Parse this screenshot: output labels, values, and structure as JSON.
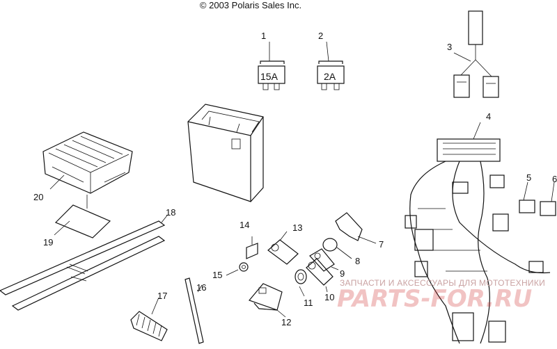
{
  "header": {
    "copyright": "© 2003 Polaris Sales Inc."
  },
  "fuses": {
    "fuse_1": "15A",
    "fuse_2": "2A"
  },
  "callouts": [
    {
      "id": "c1",
      "label": "1"
    },
    {
      "id": "c2",
      "label": "2"
    },
    {
      "id": "c3",
      "label": "3"
    },
    {
      "id": "c4",
      "label": "4"
    },
    {
      "id": "c5",
      "label": "5"
    },
    {
      "id": "c6",
      "label": "6"
    },
    {
      "id": "c7",
      "label": "7"
    },
    {
      "id": "c8",
      "label": "8"
    },
    {
      "id": "c9",
      "label": "9"
    },
    {
      "id": "c10",
      "label": "10"
    },
    {
      "id": "c11",
      "label": "11"
    },
    {
      "id": "c12",
      "label": "12"
    },
    {
      "id": "c13",
      "label": "13"
    },
    {
      "id": "c14",
      "label": "14"
    },
    {
      "id": "c15",
      "label": "15"
    },
    {
      "id": "c16",
      "label": "16"
    },
    {
      "id": "c17",
      "label": "17"
    },
    {
      "id": "c18",
      "label": "18"
    },
    {
      "id": "c19",
      "label": "19"
    },
    {
      "id": "c20",
      "label": "20"
    }
  ],
  "watermark": {
    "line1": "ЗАПЧАСТИ И АКСЕССУАРЫ ДЛЯ МОТОТЕХНИКИ",
    "line2": "PARTS-FOR.RU"
  },
  "colors": {
    "line": "#111111",
    "watermark": "#cd2828"
  }
}
